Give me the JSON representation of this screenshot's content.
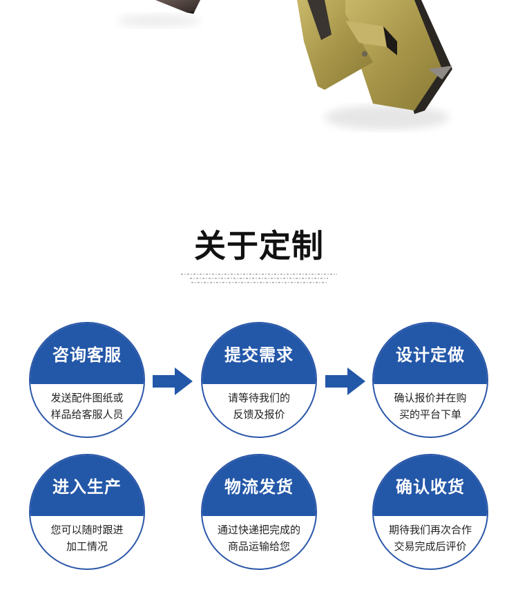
{
  "page": {
    "title": "关于定制",
    "accent_color": "#2357a8"
  },
  "product_photo": {
    "description": "bronze metal bag clasp lock hardware"
  },
  "steps": [
    {
      "title": "咨询客服",
      "desc_line1": "发送配件图纸或",
      "desc_line2": "样品给客服人员"
    },
    {
      "title": "提交需求",
      "desc_line1": "请等待我们的",
      "desc_line2": "反馈及报价"
    },
    {
      "title": "设计定做",
      "desc_line1": "确认报价并在购",
      "desc_line2": "买的平台下单"
    },
    {
      "title": "进入生产",
      "desc_line1": "您可以随时跟进",
      "desc_line2": "加工情况"
    },
    {
      "title": "物流发货",
      "desc_line1": "通过快递把完成的",
      "desc_line2": "商品运输给您"
    },
    {
      "title": "确认收货",
      "desc_line1": "期待我们再次合作",
      "desc_line2": "交易完成后评价"
    }
  ],
  "icons": {
    "arrow": "arrow-right-icon"
  }
}
